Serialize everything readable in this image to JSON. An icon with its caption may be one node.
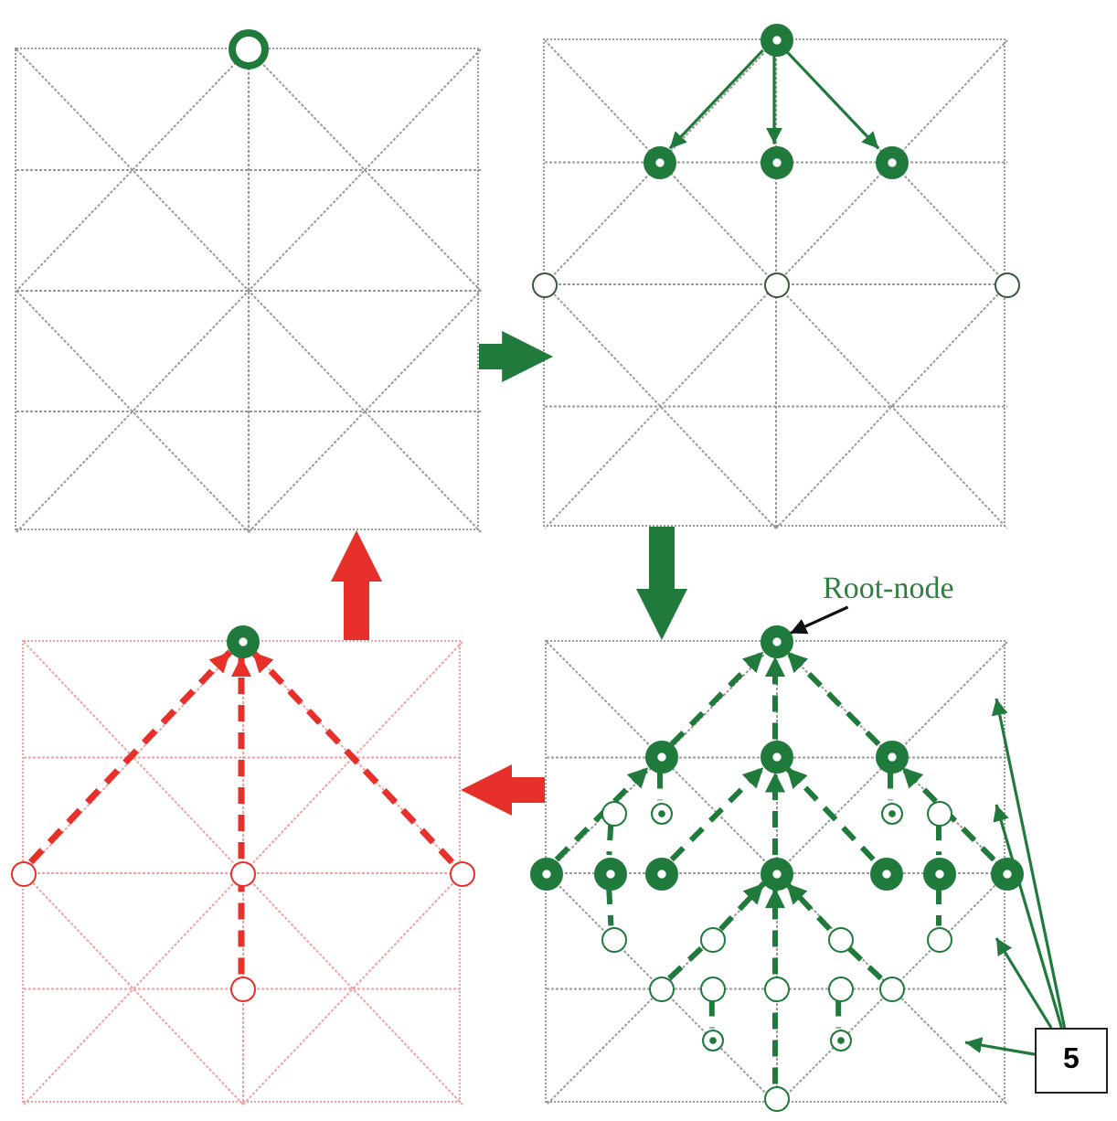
{
  "diagram": {
    "nodes": [
      {
        "text": [],
        "shape": "box"
      },
      {
        "text": [],
        "shape": "circle",
        "in": 0
      },
      {
        "text": [],
        "shape": "box"
      },
      {
        "text": [],
        "shape": "circle",
        "in": 2
      },
      {
        "text": [],
        "shape": "circle",
        "in": 2
      },
      {
        "text": [],
        "shape": "circle",
        "in": 2
      },
      {
        "text": [],
        "shape": "circle",
        "in": 2
      },
      {
        "text": [],
        "shape": "circle",
        "in": 2
      },
      {
        "text": [],
        "shape": "circle",
        "in": 2
      },
      {
        "text": [],
        "shape": "circle",
        "in": 2
      },
      {
        "text": [
          "Root-node"
        ]
      },
      {
        "text": [],
        "shape": "box"
      },
      {
        "text": [],
        "shape": "circle",
        "in": 11
      },
      {
        "text": [],
        "shape": "circle",
        "in": 11
      },
      {
        "text": [],
        "shape": "circle",
        "in": 11
      },
      {
        "text": [],
        "shape": "circle",
        "in": 11
      },
      {
        "text": [],
        "shape": "circle",
        "in": 11
      },
      {
        "text": [],
        "shape": "box"
      },
      {
        "text": [],
        "shape": "circle",
        "in": 17
      },
      {
        "text": [],
        "shape": "circle",
        "in": 17
      },
      {
        "text": [],
        "shape": "circle",
        "in": 17
      },
      {
        "text": [],
        "shape": "circle",
        "in": 17
      },
      {
        "text": [],
        "shape": "circle",
        "in": 17
      },
      {
        "text": [],
        "shape": "circle",
        "in": 17
      },
      {
        "text": [],
        "shape": "circle",
        "in": 17
      },
      {
        "text": [],
        "shape": "circle",
        "in": 17
      },
      {
        "text": [],
        "shape": "circle",
        "in": 17
      },
      {
        "text": [],
        "shape": "circle",
        "in": 17
      },
      {
        "text": [],
        "shape": "circle",
        "in": 17
      },
      {
        "text": [],
        "shape": "circle",
        "in": 17
      },
      {
        "text": [],
        "shape": "circle",
        "in": 17
      },
      {
        "text": [],
        "shape": "circle",
        "in": 17
      },
      {
        "text": [],
        "shape": "circle",
        "in": 17
      },
      {
        "text": [],
        "shape": "circle",
        "in": 17
      },
      {
        "text": [],
        "shape": "circle",
        "in": 17
      },
      {
        "text": [],
        "shape": "circle",
        "in": 17
      },
      {
        "text": [],
        "shape": "circle",
        "in": 17
      },
      {
        "text": [],
        "shape": "circle",
        "in": 17
      },
      {
        "text": [],
        "shape": "circle",
        "in": 17
      },
      {
        "text": [],
        "shape": "circle",
        "in": 17
      },
      {
        "text": [],
        "shape": "circle",
        "in": 17
      },
      {
        "text": [],
        "shape": "circle",
        "in": 17
      },
      {
        "text": [],
        "shape": "circle",
        "in": 17
      },
      {
        "text": [],
        "shape": "circle",
        "in": 17
      },
      {
        "text": [],
        "shape": "circle",
        "in": 17
      },
      {
        "text": [
          "5"
        ]
      }
    ],
    "edges": [
      {
        "from": 0,
        "to": 2,
        "arrow": "to",
        "style": "thick"
      },
      {
        "from": 2,
        "to": 17,
        "arrow": "to",
        "style": "thick"
      },
      {
        "from": 17,
        "to": 11,
        "arrow": "to",
        "style": "thick",
        "color": "#e8302a"
      },
      {
        "from": 11,
        "to": 0,
        "arrow": "to",
        "style": "thick",
        "color": "#e8302a"
      },
      {
        "from": 3,
        "to": 4,
        "arrow": "to"
      },
      {
        "from": 3,
        "to": 5,
        "arrow": "to"
      },
      {
        "from": 3,
        "to": 6,
        "arrow": "to"
      },
      {
        "from": 10,
        "to": 18,
        "arrow": "to",
        "color": "#111111"
      },
      {
        "from": 13,
        "to": 12,
        "arrow": "to",
        "style": "dashed",
        "color": "#e8302a"
      },
      {
        "from": 16,
        "to": 14,
        "arrow": "none",
        "style": "dashed",
        "color": "#e8302a"
      },
      {
        "from": 14,
        "to": 12,
        "arrow": "to",
        "style": "dashed",
        "color": "#e8302a"
      },
      {
        "from": 15,
        "to": 12,
        "arrow": "to",
        "style": "dashed",
        "color": "#e8302a"
      },
      {
        "from": 19,
        "to": 18,
        "arrow": "to",
        "style": "dashed"
      },
      {
        "from": 20,
        "to": 18,
        "arrow": "to",
        "style": "dashed"
      },
      {
        "from": 21,
        "to": 18,
        "arrow": "to",
        "style": "dashed"
      },
      {
        "from": 26,
        "to": 19,
        "arrow": "to",
        "style": "dashed"
      },
      {
        "from": 28,
        "to": 20,
        "arrow": "to",
        "style": "dashed"
      },
      {
        "from": 29,
        "to": 20,
        "arrow": "to",
        "style": "dashed"
      },
      {
        "from": 30,
        "to": 20,
        "arrow": "to",
        "style": "dashed"
      },
      {
        "from": 32,
        "to": 21,
        "arrow": "to",
        "style": "dashed"
      },
      {
        "from": 37,
        "to": 34,
        "arrow": "none",
        "style": "dashed"
      },
      {
        "from": 34,
        "to": 29,
        "arrow": "to",
        "style": "dashed"
      },
      {
        "from": 44,
        "to": 39,
        "arrow": "none",
        "style": "dashed"
      },
      {
        "from": 39,
        "to": 29,
        "arrow": "to",
        "style": "dashed"
      },
      {
        "from": 41,
        "to": 35,
        "arrow": "none",
        "style": "dashed"
      },
      {
        "from": 35,
        "to": 29,
        "arrow": "to",
        "style": "dashed"
      },
      {
        "from": 19,
        "to": 23,
        "arrow": "none",
        "style": "dashed"
      },
      {
        "from": 21,
        "to": 24,
        "arrow": "none",
        "style": "dashed"
      },
      {
        "from": 22,
        "to": 27,
        "arrow": "none",
        "style": "dashed"
      },
      {
        "from": 25,
        "to": 31,
        "arrow": "none",
        "style": "dashed"
      },
      {
        "from": 27,
        "to": 33,
        "arrow": "none",
        "style": "dashed"
      },
      {
        "from": 31,
        "to": 36,
        "arrow": "none",
        "style": "dashed"
      },
      {
        "from": 38,
        "to": 42,
        "arrow": "none",
        "style": "dashed"
      },
      {
        "from": 40,
        "to": 43,
        "arrow": "none",
        "style": "dashed"
      },
      {
        "from": 45,
        "to": 17,
        "arrow": "to"
      },
      {
        "from": 45,
        "to": 17,
        "arrow": "to"
      },
      {
        "from": 45,
        "to": 17,
        "arrow": "to"
      },
      {
        "from": 45,
        "to": 17,
        "arrow": "to"
      }
    ]
  }
}
